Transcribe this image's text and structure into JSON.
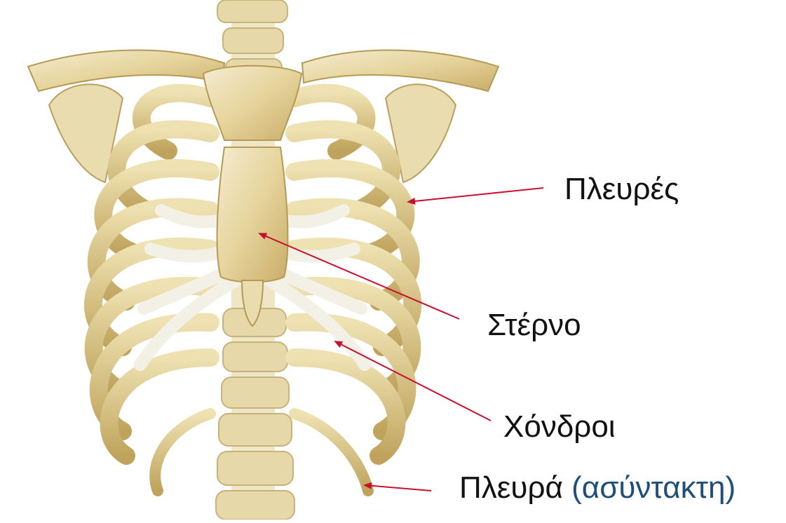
{
  "labels": {
    "ribs": "Πλευρές",
    "sternum": "Στέρνο",
    "cartilages": "Χόνδροι",
    "floating_rib": "Πλευρά",
    "floating_rib_note": "(ασύντακτη)"
  },
  "colors": {
    "bone": "#e9dcae",
    "bone_light": "#f2ead0",
    "bone_shadow": "#c8ad6a",
    "cartilage": "#f3f0e6",
    "arrow": "#c8102e",
    "label_text": "#111111",
    "note_text": "#1f4e79"
  }
}
